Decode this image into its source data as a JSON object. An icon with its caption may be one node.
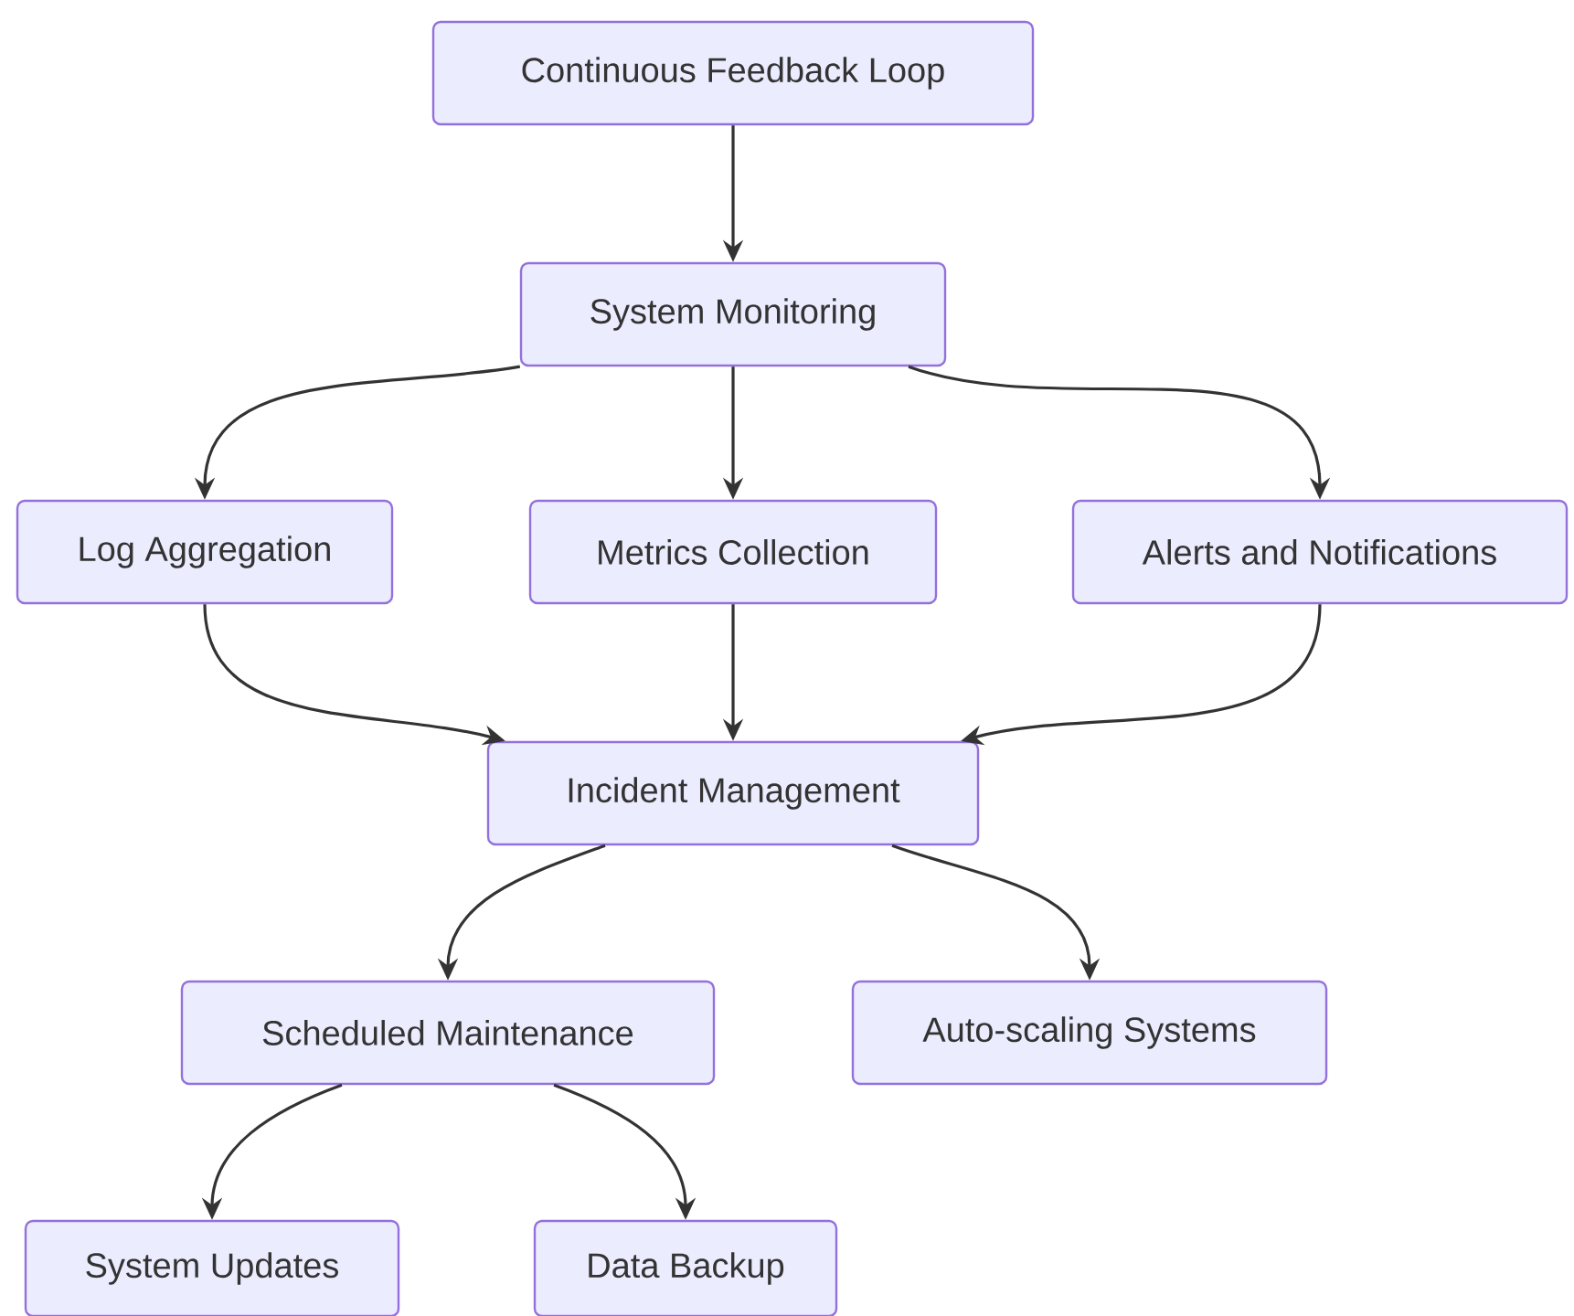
{
  "diagram": {
    "nodes": [
      {
        "text": [
          "Continuous Feedback Loop"
        ]
      },
      {
        "text": [
          "System Monitoring"
        ]
      },
      {
        "text": [
          "Log Aggregation"
        ]
      },
      {
        "text": [
          "Metrics Collection"
        ]
      },
      {
        "text": [
          "Alerts and Notifications"
        ]
      },
      {
        "text": [
          "Incident Management"
        ]
      },
      {
        "text": [
          "Scheduled Maintenance"
        ]
      },
      {
        "text": [
          "Auto-scaling Systems"
        ]
      },
      {
        "text": [
          "System Updates"
        ]
      },
      {
        "text": [
          "Data Backup"
        ]
      }
    ],
    "edges": [
      {
        "from": 0,
        "to": 1,
        "arrow": "to"
      },
      {
        "from": 1,
        "to": 2,
        "arrow": "to"
      },
      {
        "from": 1,
        "to": 3,
        "arrow": "to"
      },
      {
        "from": 1,
        "to": 4,
        "arrow": "to"
      },
      {
        "from": 2,
        "to": 5,
        "arrow": "to"
      },
      {
        "from": 3,
        "to": 5,
        "arrow": "to"
      },
      {
        "from": 4,
        "to": 5,
        "arrow": "to"
      },
      {
        "from": 5,
        "to": 6,
        "arrow": "to"
      },
      {
        "from": 5,
        "to": 7,
        "arrow": "to"
      },
      {
        "from": 6,
        "to": 8,
        "arrow": "to"
      },
      {
        "from": 6,
        "to": 9,
        "arrow": "to"
      }
    ]
  }
}
